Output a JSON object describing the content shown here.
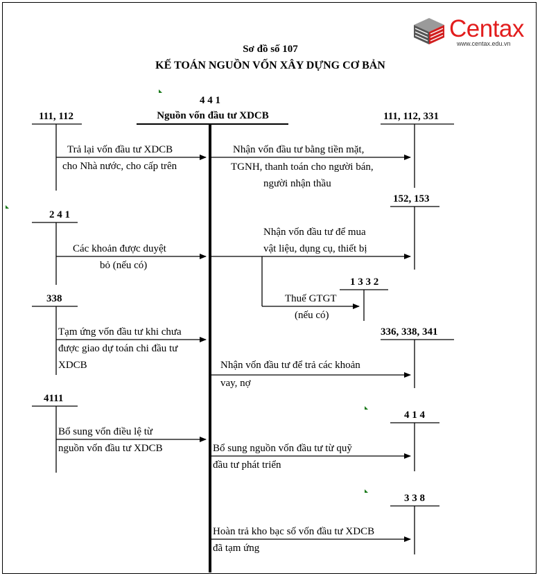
{
  "logo": {
    "brand": "Centax",
    "website": "www.centax.edu.vn"
  },
  "title": {
    "line1": "Sơ đồ số 107",
    "line2": "KẾ TOÁN NGUỒN VỐN XÂY DỰNG CƠ BẢN"
  },
  "main_account": {
    "code": "4 4 1",
    "name": "Nguồn vốn đầu tư XDCB"
  },
  "accounts": {
    "a111_112": "111, 112",
    "a111_112_331": "111, 112, 331",
    "a241": "2 4 1",
    "a152_153": "152, 153",
    "a338_left": "338",
    "a1332": "1 3 3 2",
    "a336_338_341": "336, 338, 341",
    "a4111": "4111",
    "a414": "4 1 4",
    "a338_right": "3 3 8"
  },
  "entries": {
    "e1_l1": "Trả lại vốn đầu tư XDCB",
    "e1_l2": "cho Nhà nước, cho cấp trên",
    "e2_l1": "Nhận vốn đầu tư bằng tiền mặt,",
    "e2_l2": "TGNH, thanh toán cho người bán,",
    "e2_l3": "người nhận thầu",
    "e3_l1": "Các khoản được duyệt",
    "e3_l2": "bỏ (nếu có)",
    "e4_l1": "Nhận vốn đầu tư để mua",
    "e4_l2": "vật liệu, dụng cụ, thiết bị",
    "e5_l1": "Thuế GTGT",
    "e5_l2": "(nếu có)",
    "e6_l1": "Tạm ứng vốn đầu tư khi chưa",
    "e6_l2": "được giao dự toán chi đầu tư",
    "e6_l3": "XDCB",
    "e7_l1": "Nhận vốn đầu tư để trả các khoản",
    "e7_l2": "vay, nợ",
    "e8_l1": "Bổ sung vốn điều lệ từ",
    "e8_l2": "nguồn vốn đầu tư XDCB",
    "e9_l1": "Bổ sung nguồn vốn đầu tư từ quỹ",
    "e9_l2": "đầu tư phát triển",
    "e10_l1": "Hoàn trả kho bạc số vốn đầu tư XDCB",
    "e10_l2": "đã tạm ứng"
  }
}
